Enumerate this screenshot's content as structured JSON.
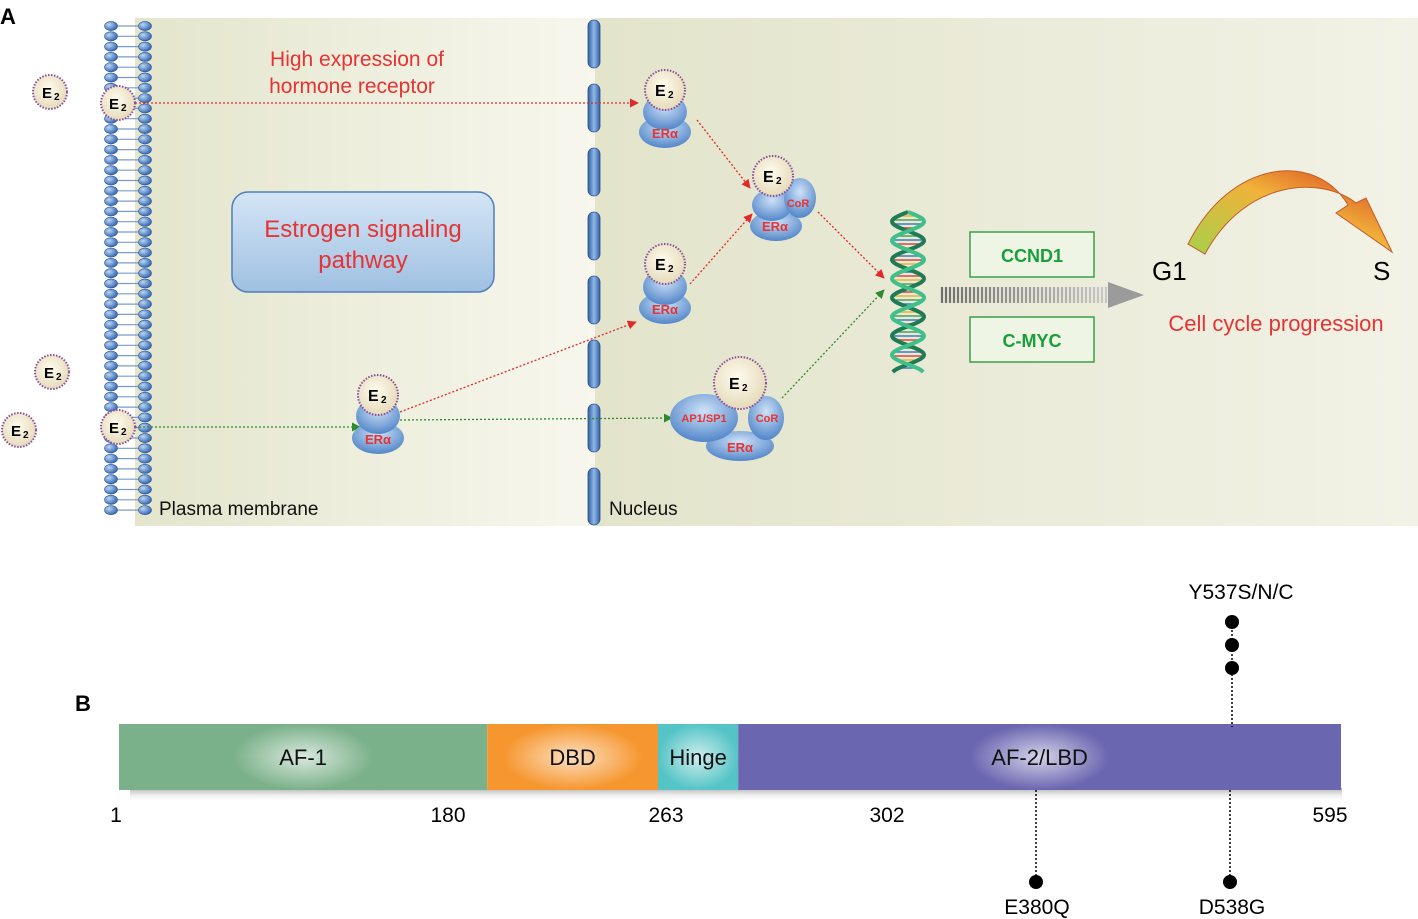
{
  "panel_a": {
    "letter": "A",
    "ligand": "E",
    "ligand_sub": "2",
    "receptor": "ERα",
    "corepressor": "CoR",
    "transcription_factor": "AP1/SP1",
    "red_note_line1": "High expression of",
    "red_note_line2": "hormone receptor",
    "pathway_box_line1": "Estrogen signaling",
    "pathway_box_line2": "pathway",
    "plasma_membrane_label": "Plasma membrane",
    "nucleus_label": "Nucleus",
    "genes": [
      "CCND1",
      "C-MYC"
    ],
    "phase_start": "G1",
    "phase_end": "S",
    "cell_cycle_label": "Cell cycle progression",
    "colors": {
      "red": "#e63333",
      "green": "#1a9e3a",
      "membrane_blue": "#3d6fb8",
      "panel_bg": "#eceedd"
    }
  },
  "panel_b": {
    "letter": "B",
    "domains": [
      {
        "name": "AF-1",
        "start": 1,
        "end": 180,
        "color": "#7bb18a"
      },
      {
        "name": "DBD",
        "start": 180,
        "end": 263,
        "color": "#f6962e"
      },
      {
        "name": "Hinge",
        "start": 263,
        "end": 302,
        "color": "#55c4c6"
      },
      {
        "name": "AF-2/LBD",
        "start": 302,
        "end": 595,
        "color": "#6b66b0"
      }
    ],
    "positions": [
      "1",
      "180",
      "263",
      "302",
      "595"
    ],
    "mutations": {
      "top": "Y537S/N/C",
      "bottom_left": "E380Q",
      "bottom_right": "D538G"
    }
  }
}
